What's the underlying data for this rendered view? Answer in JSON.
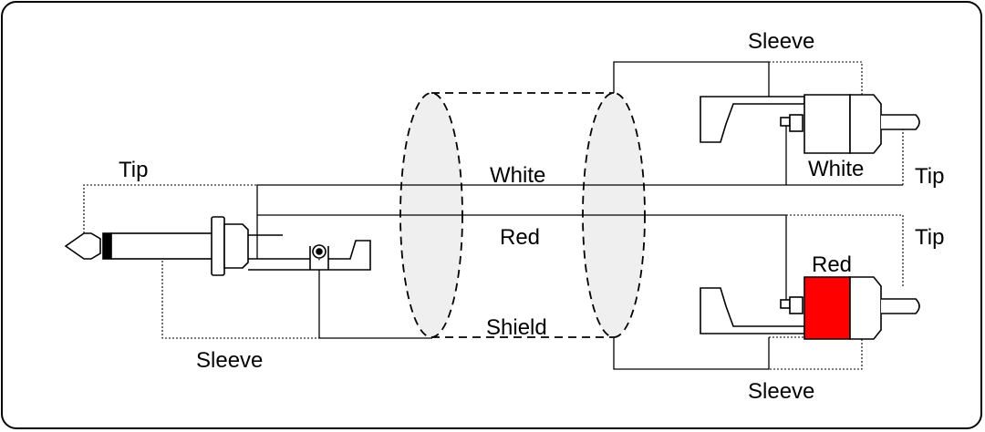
{
  "labels": {
    "tip_left": "Tip",
    "sleeve_left": "Sleeve",
    "white_wire": "White",
    "red_wire": "Red",
    "shield_wire": "Shield",
    "sleeve_top_right": "Sleeve",
    "white_plug": "White",
    "tip_right_upper": "Tip",
    "tip_right_lower": "Tip",
    "red_plug": "Red",
    "sleeve_bottom_right": "Sleeve"
  },
  "colors": {
    "red_plug_band": "#ff0000",
    "cable_fill": "#efefef",
    "line": "#000000"
  },
  "icons": [
    "trs-jack-plug-icon",
    "rca-plug-white-icon",
    "rca-plug-red-icon",
    "cable-shield-cylinder-icon"
  ]
}
